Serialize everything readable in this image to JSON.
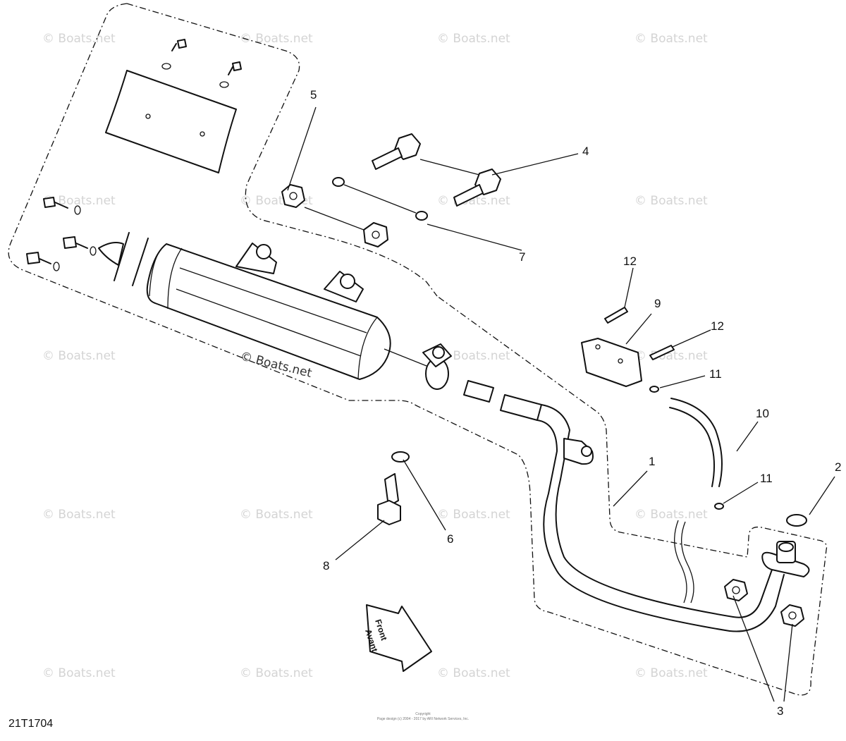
{
  "watermark": "© Boats.net",
  "diagram_code": "21T1704",
  "copyright": {
    "line1": "Copyright",
    "line2": "Page design (c) 2004 - 2017 by ARI Network Services, Inc."
  },
  "direction_arrow": {
    "line1": "Front",
    "line2": "Avant"
  },
  "callouts": [
    {
      "id": "1",
      "label": "1"
    },
    {
      "id": "2",
      "label": "2"
    },
    {
      "id": "3",
      "label": "3"
    },
    {
      "id": "4",
      "label": "4"
    },
    {
      "id": "5",
      "label": "5"
    },
    {
      "id": "6",
      "label": "6"
    },
    {
      "id": "7",
      "label": "7"
    },
    {
      "id": "8",
      "label": "8"
    },
    {
      "id": "9",
      "label": "9"
    },
    {
      "id": "10",
      "label": "10"
    },
    {
      "id": "11a",
      "label": "11"
    },
    {
      "id": "11b",
      "label": "11"
    },
    {
      "id": "12a",
      "label": "12"
    },
    {
      "id": "12b",
      "label": "12"
    }
  ]
}
